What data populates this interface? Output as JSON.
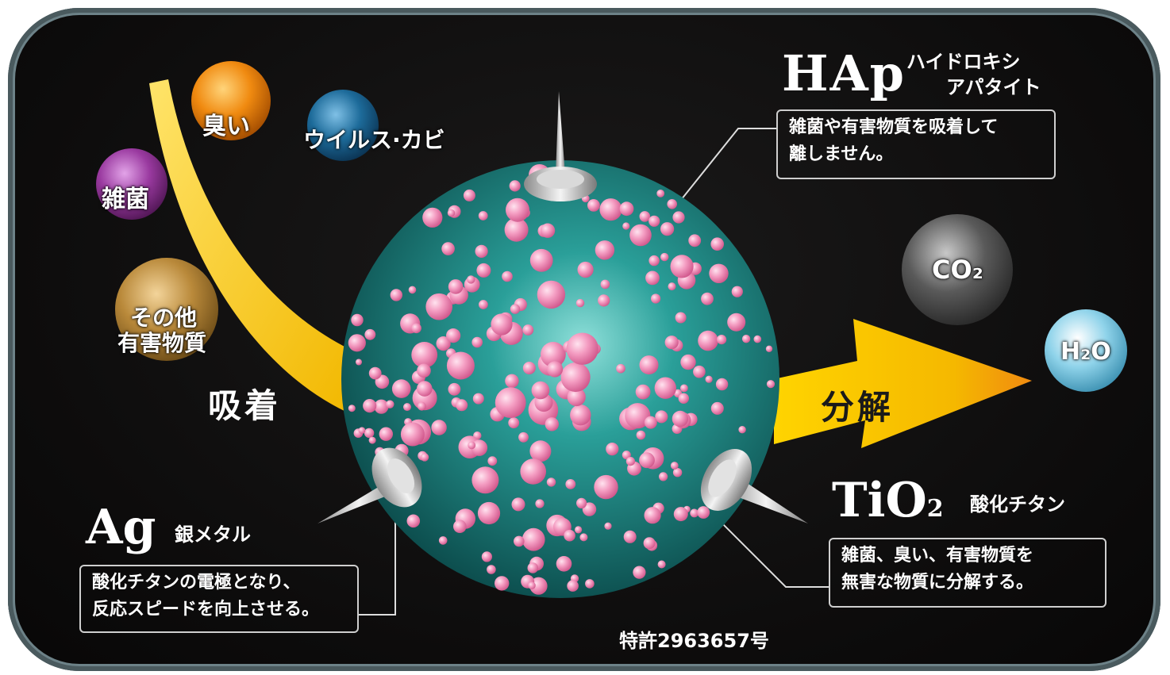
{
  "balls": {
    "odor": "臭い",
    "virus_mold": "ウイルス·カビ",
    "germs": "雑菌",
    "other_line1": "その他",
    "other_line2": "有害物質",
    "co2": "CO₂",
    "h2o": "H₂O"
  },
  "arrows": {
    "adsorption": "吸着",
    "decomposition": "分解"
  },
  "hap": {
    "symbol": "HAp",
    "name_line1": "ハイドロキシ",
    "name_line2": "アパタイト",
    "desc_line1": "雑菌や有害物質を吸着して",
    "desc_line2": "離しません。"
  },
  "ag": {
    "symbol": "Ag",
    "name": "銀メタル",
    "desc_line1": "酸化チタンの電極となり、",
    "desc_line2": "反応スピードを向上させる。"
  },
  "tio2": {
    "symbol": "TiO",
    "subscript": "2",
    "name": "酸化チタン",
    "desc_line1": "雑菌、臭い、有害物質を",
    "desc_line2": "無害な物質に分解する。"
  },
  "patent": "特許2963657号",
  "colors": {
    "background": "#0d0c0c",
    "sphere": "#1f8a86",
    "dots": "#f29cc0",
    "arrow": "#f5c400",
    "odor_ball": "#f08a10",
    "virus_ball": "#1d6b9a",
    "germ_ball": "#9a3aa0",
    "other_ball": "#b9893a",
    "co2_ball": "#5a5a5a",
    "h2o_ball": "#8fd3ea"
  }
}
